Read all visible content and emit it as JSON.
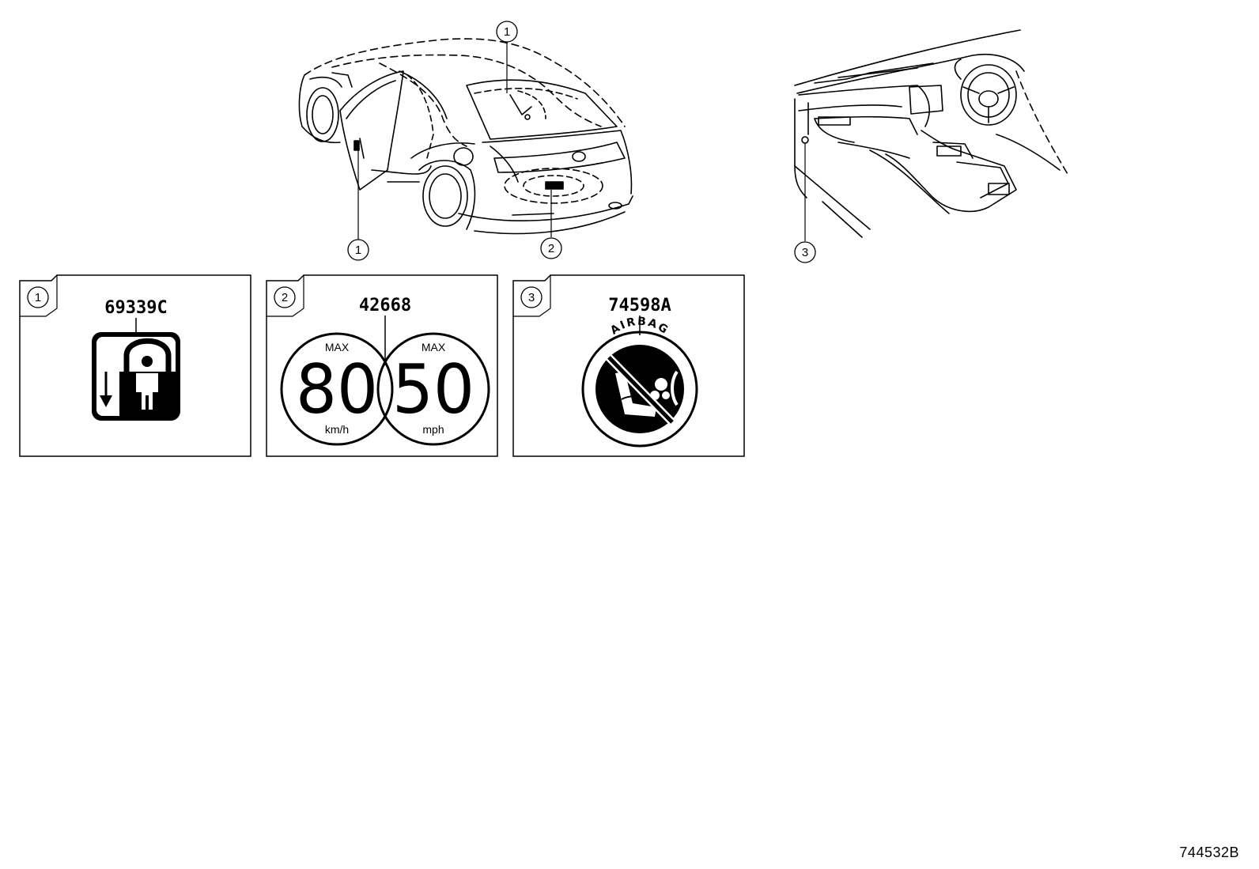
{
  "callouts": {
    "c1": "1",
    "c2": "2",
    "c3": "3"
  },
  "panels": [
    {
      "num": "1",
      "part_code": "69339C"
    },
    {
      "num": "2",
      "part_code": "42668",
      "left_label": {
        "top": "MAX",
        "value": "80",
        "unit": "km/h"
      },
      "right_label": {
        "top": "MAX",
        "value": "50",
        "unit": "mph"
      }
    },
    {
      "num": "3",
      "part_code": "74598A",
      "ring_text": "AIRBAG"
    }
  ],
  "figure_id": "744532B"
}
